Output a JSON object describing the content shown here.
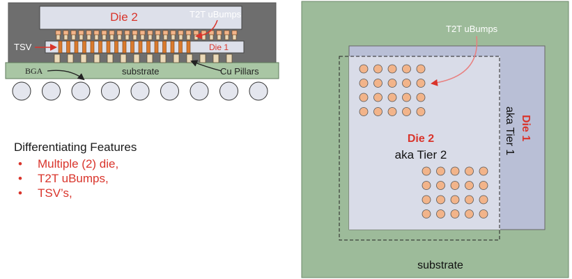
{
  "side_view": {
    "die2_label": "Die 2",
    "die1_label": "Die 1",
    "t2t_label": "T2T uBumps",
    "tsv_label": "TSV",
    "bga_label": "BGA",
    "substrate_label": "substrate",
    "cu_pillars_label": "Cu Pillars"
  },
  "features": {
    "title": "Differentiating Features",
    "items": [
      "Multiple (2) die,",
      "T2T uBumps,",
      "TSV’s,"
    ]
  },
  "top_view": {
    "t2t_label": "T2T uBumps",
    "die2_label": "Die 2",
    "die2_sub": "aka Tier 2",
    "die1_label": "Die 1",
    "die1_sub": "aka Tier 1",
    "substrate_label": "substrate"
  },
  "colors": {
    "red": "#d9342b",
    "substrate_green": "#9dbb9a",
    "mold_gray": "#6e6e6e",
    "die_fill": "#dde0ea",
    "die1_fill": "#b9bfd6",
    "bump_orange": "#f2b48a",
    "tsv_orange": "#d97a2e"
  }
}
